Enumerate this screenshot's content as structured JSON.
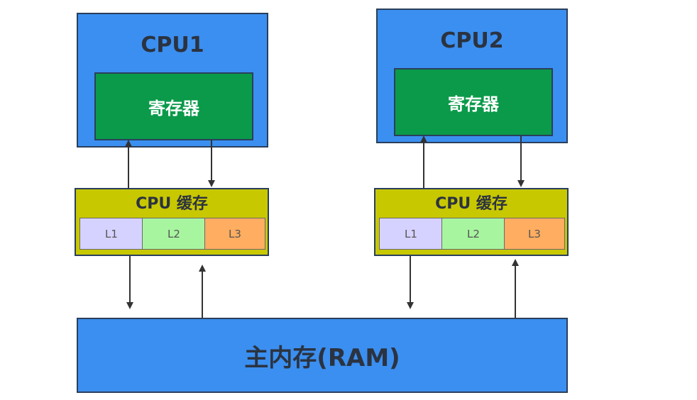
{
  "cpus": [
    {
      "title": "CPU1",
      "register": "寄存器",
      "cache": {
        "title": "CPU 缓存",
        "levels": [
          "L1",
          "L2",
          "L3"
        ]
      }
    },
    {
      "title": "CPU2",
      "register": "寄存器",
      "cache": {
        "title": "CPU 缓存",
        "levels": [
          "L1",
          "L2",
          "L3"
        ]
      }
    }
  ],
  "memory": {
    "label": "主内存(RAM)"
  },
  "colors": {
    "cpu_fill": "#3b8ff0",
    "register_fill": "#0a9a4a",
    "cache_fill": "#c8c800",
    "l1_fill": "#d6d2ff",
    "l2_fill": "#a8f5a0",
    "l3_fill": "#ffad60",
    "memory_fill": "#3b8ff0",
    "arrow": "#333333"
  }
}
